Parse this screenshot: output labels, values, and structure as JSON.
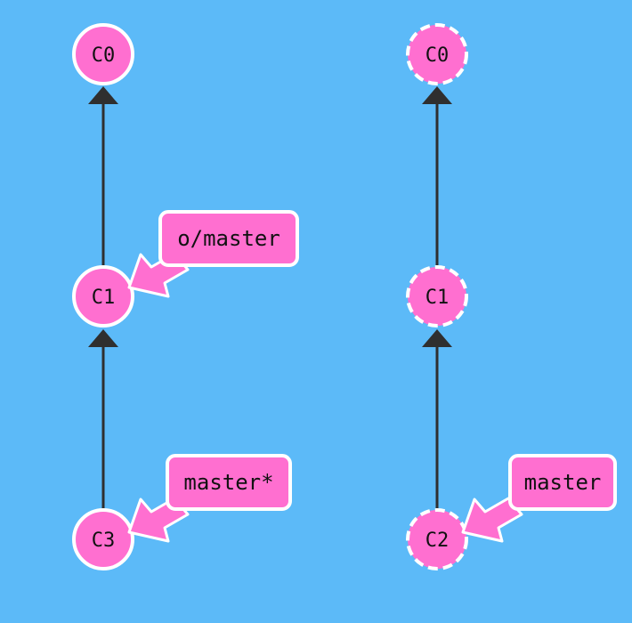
{
  "local_repo": {
    "commits": [
      {
        "id": "C0"
      },
      {
        "id": "C1"
      },
      {
        "id": "C3"
      }
    ],
    "branches": [
      {
        "label": "o/master",
        "points_to": "C1"
      },
      {
        "label": "master*",
        "points_to": "C3"
      }
    ]
  },
  "remote_repo": {
    "commits": [
      {
        "id": "C0"
      },
      {
        "id": "C1"
      },
      {
        "id": "C2"
      }
    ],
    "branches": [
      {
        "label": "master",
        "points_to": "C2"
      }
    ]
  },
  "colors": {
    "background": "#5cbaf8",
    "node_fill": "#ff6fd0",
    "node_stroke": "#ffffff",
    "edge": "#2f2f2f"
  }
}
